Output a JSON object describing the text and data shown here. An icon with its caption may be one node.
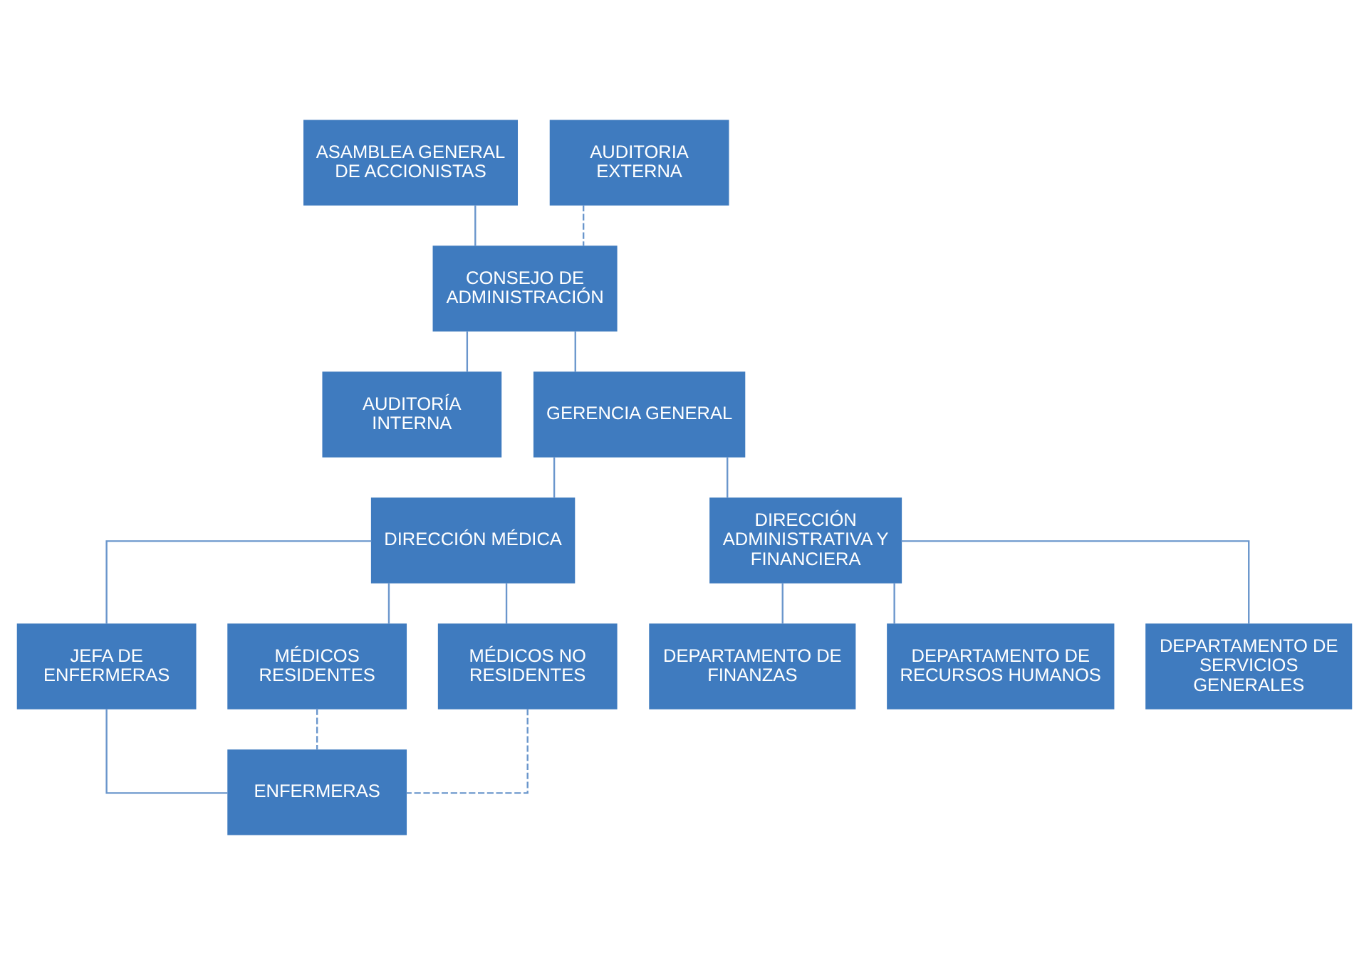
{
  "diagram": {
    "nodes": [
      {
        "text": [
          "ASAMBLEA GENERAL DE ACCIONISTAS"
        ]
      },
      {
        "text": [
          "AUDITORIA EXTERNA"
        ]
      },
      {
        "text": [
          "CONSEJO DE ADMINISTRACIÓN"
        ]
      },
      {
        "text": [
          "AUDITORÍA INTERNA"
        ]
      },
      {
        "text": [
          "GERENCIA GENERAL"
        ]
      },
      {
        "text": [
          "DIRECCIÓN MÉDICA"
        ]
      },
      {
        "text": [
          "DIRECCIÓN ADMINISTRATIVA Y FINANCIERA"
        ]
      },
      {
        "text": [
          "JEFA DE ENFERMERAS"
        ]
      },
      {
        "text": [
          "MÉDICOS RESIDENTES"
        ]
      },
      {
        "text": [
          "MÉDICOS NO RESIDENTES"
        ]
      },
      {
        "text": [
          "DEPARTAMENTO DE FINANZAS"
        ]
      },
      {
        "text": [
          "DEPARTAMENTO DE RECURSOS HUMANOS"
        ]
      },
      {
        "text": [
          "ENFERMERAS"
        ]
      },
      {
        "text": [
          "DEPARTAMENTO DE SERVICIOS GENERALES"
        ]
      }
    ],
    "edges": [
      {
        "from": 0,
        "to": 2,
        "arrow": "none"
      },
      {
        "from": 1,
        "to": 2,
        "arrow": "none",
        "style": "dashed"
      },
      {
        "from": 2,
        "to": 3,
        "arrow": "none"
      },
      {
        "from": 2,
        "to": 4,
        "arrow": "none"
      },
      {
        "from": 4,
        "to": 5,
        "arrow": "none"
      },
      {
        "from": 4,
        "to": 6,
        "arrow": "none"
      },
      {
        "from": 5,
        "to": 7,
        "arrow": "none"
      },
      {
        "from": 5,
        "to": 8,
        "arrow": "none"
      },
      {
        "from": 5,
        "to": 9,
        "arrow": "none"
      },
      {
        "from": 6,
        "to": 10,
        "arrow": "none"
      },
      {
        "from": 6,
        "to": 11,
        "arrow": "none"
      },
      {
        "from": 6,
        "to": 13,
        "arrow": "none"
      },
      {
        "from": 7,
        "to": 12,
        "arrow": "none"
      },
      {
        "from": 8,
        "to": 12,
        "arrow": "none",
        "style": "dashed"
      },
      {
        "from": 9,
        "to": 12,
        "arrow": "none",
        "style": "dashed"
      }
    ]
  }
}
